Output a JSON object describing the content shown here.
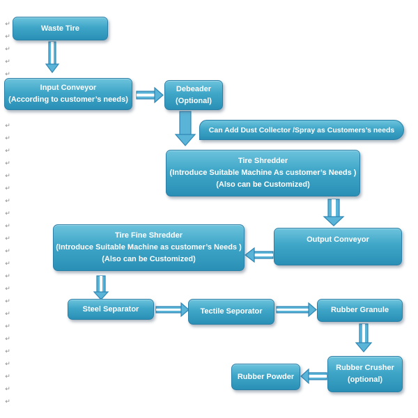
{
  "nodes": {
    "waste_tire": [
      "Waste Tire"
    ],
    "input_conveyor": [
      "Input Conveyor",
      "(According to customer’s needs)"
    ],
    "debeader": [
      "Debeader",
      "(Optional)"
    ],
    "dust_collector": "Can Add Dust Collector /Spray as Customers’s needs",
    "tire_shredder": [
      "Tire Shredder",
      "(Introduce Suitable Machine As customer’s Needs )",
      "(Also can be Customized)"
    ],
    "output_conveyor": [
      "Output Conveyor"
    ],
    "tire_fine_shredder": [
      "Tire Fine Shredder",
      "(Introduce Suitable Machine as customer’s Needs )",
      "(Also can be Customized)"
    ],
    "steel_separator": [
      "Steel Separator"
    ],
    "tectile_separator": [
      "Tectile Seporator"
    ],
    "rubber_granule": [
      "Rubber Granule"
    ],
    "rubber_crusher": [
      "Rubber Crusher",
      "(optional)"
    ],
    "rubber_powder": [
      "Rubber Powder"
    ]
  },
  "paragraph_mark": "↵",
  "colors": {
    "box_fill_top": "#6cc3dc",
    "box_fill_bottom": "#2a8fb5",
    "box_border": "#2b7fa6",
    "arrow_fill": "#5ab4d8",
    "arrow_stroke": "#2e86b4",
    "text": "#ffffff",
    "paragraph_mark": "#8a8a8a"
  }
}
